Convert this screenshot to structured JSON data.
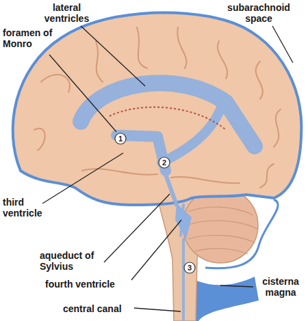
{
  "diagram": {
    "nodes": [
      {
        "text": [
          "1"
        ]
      },
      {
        "text": [
          "2"
        ]
      },
      {
        "text": [
          "3"
        ]
      }
    ],
    "labels": [
      "lateral ventricles",
      "subarachnoid space",
      "foramen of Monro",
      "third ventricle",
      "aqueduct of Sylvius",
      "fourth ventricle",
      "central canal",
      "cisterna magna"
    ]
  }
}
